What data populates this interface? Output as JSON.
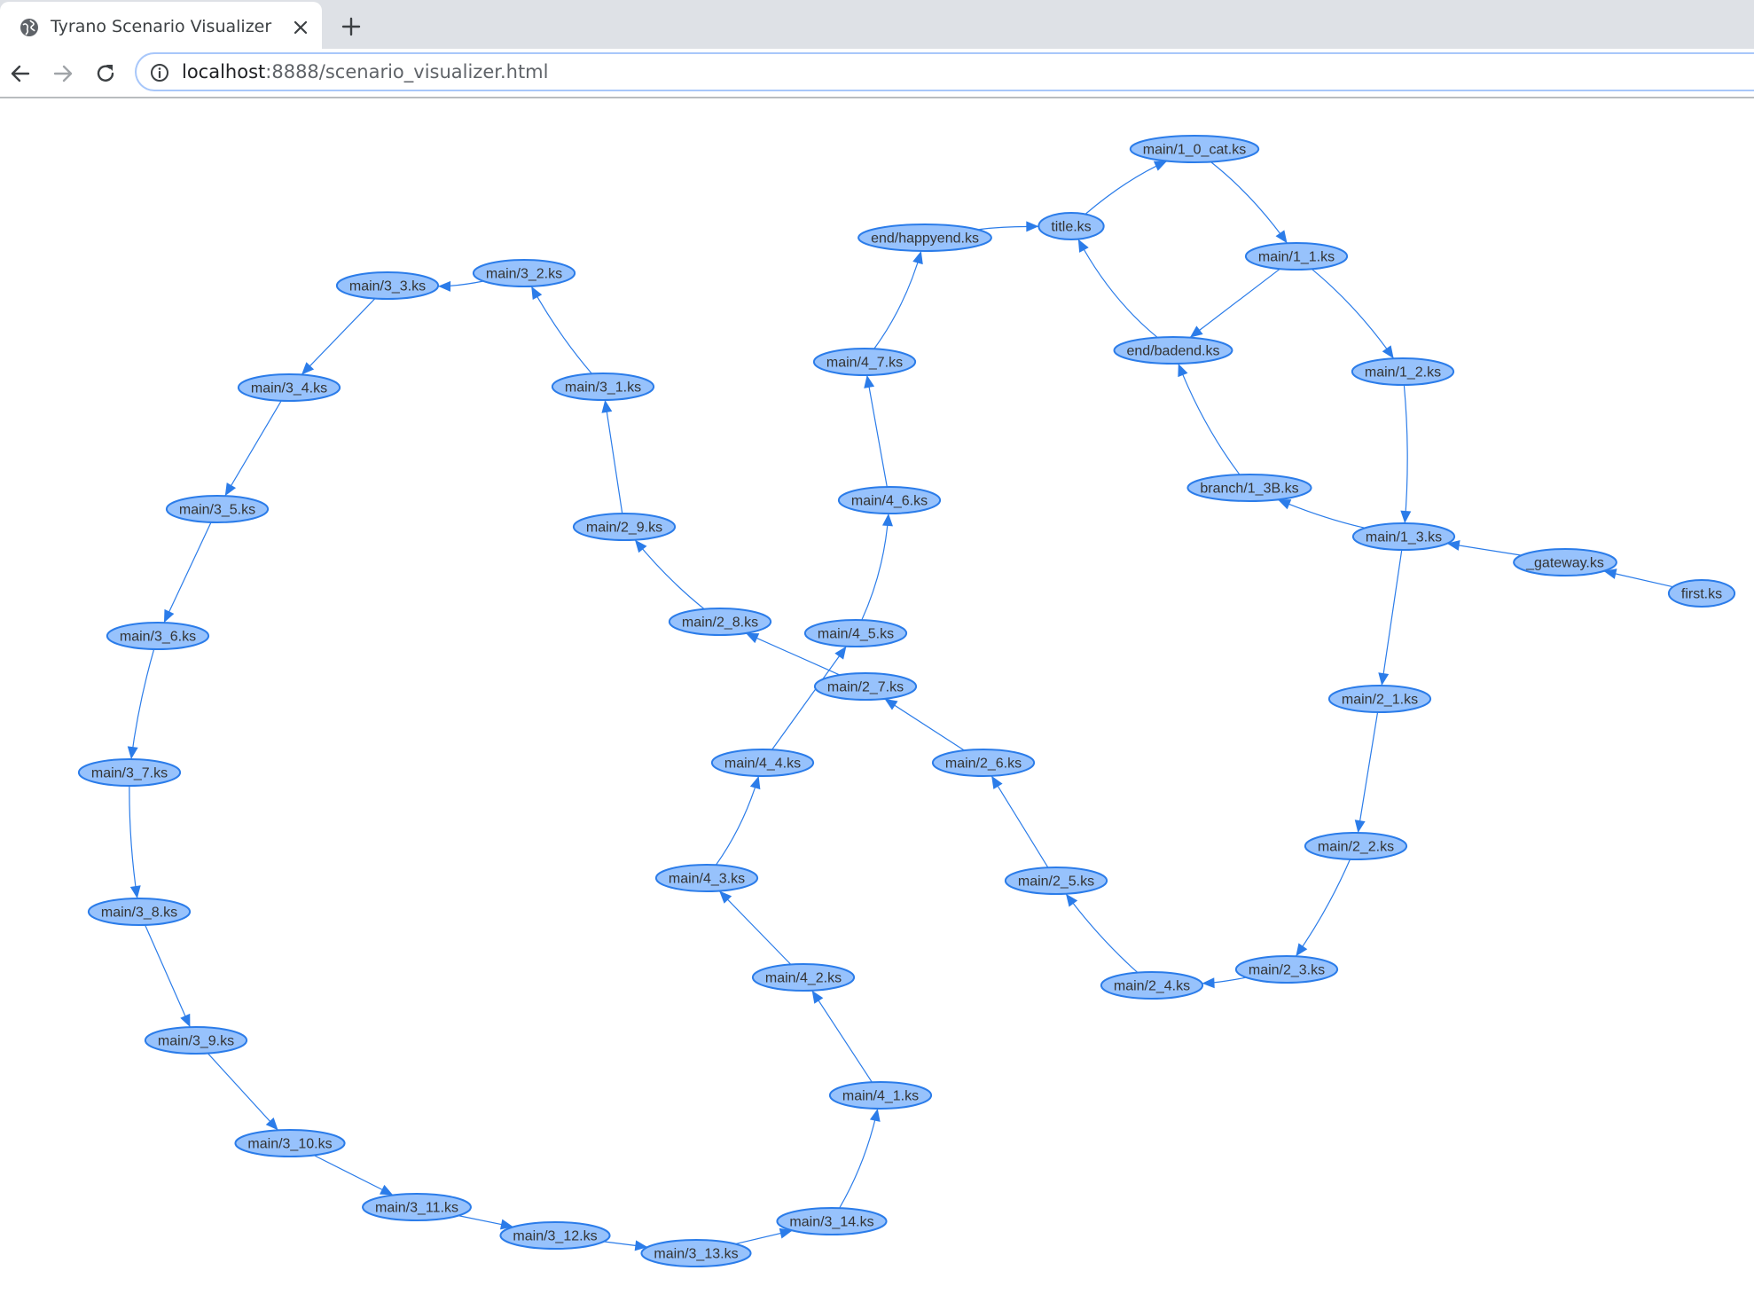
{
  "browser": {
    "tab": {
      "title": "Tyrano Scenario Visualizer",
      "favicon": "globe-icon",
      "close_icon": "close-icon"
    },
    "new_tab_icon": "plus-icon",
    "nav": {
      "back_icon": "arrow-left-icon",
      "forward_icon": "arrow-right-icon",
      "reload_icon": "reload-icon"
    },
    "address": {
      "info_icon": "info-icon",
      "host": "localhost",
      "rest": ":8888/scenario_visualizer.html"
    }
  },
  "graph": {
    "colors": {
      "node_fill": "#97c2fc",
      "node_border": "#2b7ce9",
      "edge": "#2b7ce9",
      "label": "#343434"
    },
    "nodes": [
      {
        "id": "first",
        "label": "first.ks"
      },
      {
        "id": "gateway",
        "label": "_gateway.ks"
      },
      {
        "id": "m1_3",
        "label": "main/1_3.ks"
      },
      {
        "id": "branch1_3B",
        "label": "branch/1_3B.ks"
      },
      {
        "id": "badend",
        "label": "end/badend.ks"
      },
      {
        "id": "title",
        "label": "title.ks"
      },
      {
        "id": "m1_0cat",
        "label": "main/1_0_cat.ks"
      },
      {
        "id": "m1_1",
        "label": "main/1_1.ks"
      },
      {
        "id": "m1_2",
        "label": "main/1_2.ks"
      },
      {
        "id": "happyend",
        "label": "end/happyend.ks"
      },
      {
        "id": "m2_1",
        "label": "main/2_1.ks"
      },
      {
        "id": "m2_2",
        "label": "main/2_2.ks"
      },
      {
        "id": "m2_3",
        "label": "main/2_3.ks"
      },
      {
        "id": "m2_4",
        "label": "main/2_4.ks"
      },
      {
        "id": "m2_5",
        "label": "main/2_5.ks"
      },
      {
        "id": "m2_6",
        "label": "main/2_6.ks"
      },
      {
        "id": "m2_7",
        "label": "main/2_7.ks"
      },
      {
        "id": "m2_8",
        "label": "main/2_8.ks"
      },
      {
        "id": "m2_9",
        "label": "main/2_9.ks"
      },
      {
        "id": "m3_1",
        "label": "main/3_1.ks"
      },
      {
        "id": "m3_2",
        "label": "main/3_2.ks"
      },
      {
        "id": "m3_3",
        "label": "main/3_3.ks"
      },
      {
        "id": "m3_4",
        "label": "main/3_4.ks"
      },
      {
        "id": "m3_5",
        "label": "main/3_5.ks"
      },
      {
        "id": "m3_6",
        "label": "main/3_6.ks"
      },
      {
        "id": "m3_7",
        "label": "main/3_7.ks"
      },
      {
        "id": "m3_8",
        "label": "main/3_8.ks"
      },
      {
        "id": "m3_9",
        "label": "main/3_9.ks"
      },
      {
        "id": "m3_10",
        "label": "main/3_10.ks"
      },
      {
        "id": "m3_11",
        "label": "main/3_11.ks"
      },
      {
        "id": "m3_12",
        "label": "main/3_12.ks"
      },
      {
        "id": "m3_13",
        "label": "main/3_13.ks"
      },
      {
        "id": "m3_14",
        "label": "main/3_14.ks"
      },
      {
        "id": "m4_1",
        "label": "main/4_1.ks"
      },
      {
        "id": "m4_2",
        "label": "main/4_2.ks"
      },
      {
        "id": "m4_3",
        "label": "main/4_3.ks"
      },
      {
        "id": "m4_4",
        "label": "main/4_4.ks"
      },
      {
        "id": "m4_5",
        "label": "main/4_5.ks"
      },
      {
        "id": "m4_6",
        "label": "main/4_6.ks"
      },
      {
        "id": "m4_7",
        "label": "main/4_7.ks"
      }
    ],
    "edges": [
      {
        "from": "first",
        "to": "gateway"
      },
      {
        "from": "gateway",
        "to": "m1_3"
      },
      {
        "from": "m1_3",
        "to": "branch1_3B"
      },
      {
        "from": "branch1_3B",
        "to": "badend"
      },
      {
        "from": "badend",
        "to": "title"
      },
      {
        "from": "title",
        "to": "m1_0cat"
      },
      {
        "from": "m1_0cat",
        "to": "m1_1"
      },
      {
        "from": "m1_1",
        "to": "badend"
      },
      {
        "from": "m1_1",
        "to": "m1_2"
      },
      {
        "from": "m1_2",
        "to": "m1_3"
      },
      {
        "from": "happyend",
        "to": "title"
      },
      {
        "from": "m1_3",
        "to": "m2_1"
      },
      {
        "from": "m2_1",
        "to": "m2_2"
      },
      {
        "from": "m2_2",
        "to": "m2_3"
      },
      {
        "from": "m2_3",
        "to": "m2_4"
      },
      {
        "from": "m2_4",
        "to": "m2_5"
      },
      {
        "from": "m2_5",
        "to": "m2_6"
      },
      {
        "from": "m2_6",
        "to": "m2_7"
      },
      {
        "from": "m2_7",
        "to": "m2_8"
      },
      {
        "from": "m2_8",
        "to": "m2_9"
      },
      {
        "from": "m2_9",
        "to": "m3_1"
      },
      {
        "from": "m3_1",
        "to": "m3_2"
      },
      {
        "from": "m3_2",
        "to": "m3_3"
      },
      {
        "from": "m3_3",
        "to": "m3_4"
      },
      {
        "from": "m3_4",
        "to": "m3_5"
      },
      {
        "from": "m3_5",
        "to": "m3_6"
      },
      {
        "from": "m3_6",
        "to": "m3_7"
      },
      {
        "from": "m3_7",
        "to": "m3_8"
      },
      {
        "from": "m3_8",
        "to": "m3_9"
      },
      {
        "from": "m3_9",
        "to": "m3_10"
      },
      {
        "from": "m3_10",
        "to": "m3_11"
      },
      {
        "from": "m3_11",
        "to": "m3_12"
      },
      {
        "from": "m3_12",
        "to": "m3_13"
      },
      {
        "from": "m3_13",
        "to": "m3_14"
      },
      {
        "from": "m3_14",
        "to": "m4_1"
      },
      {
        "from": "m4_1",
        "to": "m4_2"
      },
      {
        "from": "m4_2",
        "to": "m4_3"
      },
      {
        "from": "m4_3",
        "to": "m4_4"
      },
      {
        "from": "m4_4",
        "to": "m4_5"
      },
      {
        "from": "m4_5",
        "to": "m4_6"
      },
      {
        "from": "m4_6",
        "to": "m4_7"
      },
      {
        "from": "m4_7",
        "to": "happyend"
      }
    ]
  }
}
